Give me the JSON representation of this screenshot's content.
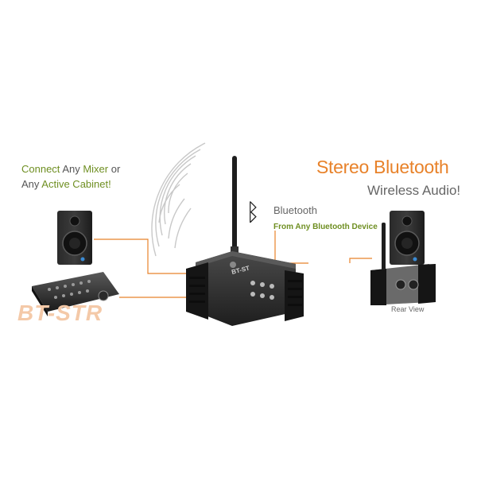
{
  "left_caption": {
    "line1_a": "Connect",
    "line1_b": " Any ",
    "line1_c": "Mixer",
    "line1_d": " or",
    "line2_a": "Any ",
    "line2_b": "Active Cabinet!"
  },
  "headline": "Stereo Bluetooth",
  "subheadline": "Wireless Audio!",
  "bluetooth_label": "Bluetooth",
  "bluetooth_sub": "From Any Bluetooth Device",
  "rear_view_label": "Rear View",
  "device_label": "BT-ST",
  "watermark": "BT-STR",
  "icons": {
    "bluetooth": "bluetooth-icon"
  },
  "colors": {
    "accent_orange": "#e8822a",
    "accent_green": "#6f8f22"
  }
}
